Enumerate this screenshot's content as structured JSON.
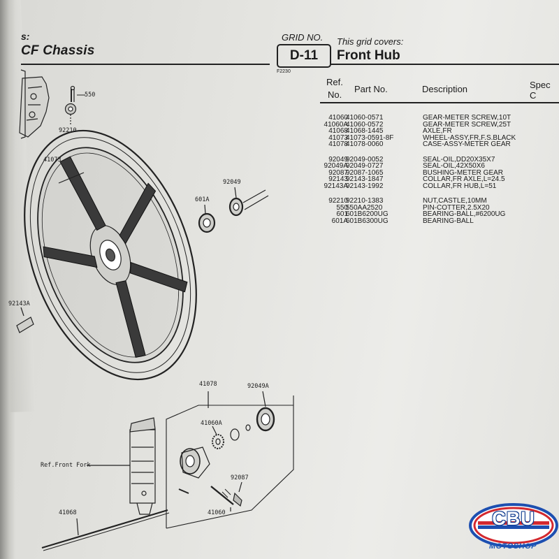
{
  "header": {
    "chassis_prefix": "s:",
    "chassis_title": "CF Chassis",
    "grid_label": "GRID NO.",
    "grid_number": "D-11",
    "covers_label": "This grid covers:",
    "section_title": "Front Hub",
    "figure_code": "F2230"
  },
  "table": {
    "headers": {
      "ref_line1": "Ref.",
      "ref_line2": "No.",
      "part": "Part No.",
      "desc": "Description",
      "spec": "Spec C"
    },
    "groups": [
      [
        {
          "ref": "41060",
          "part": "41060-0571",
          "desc": "GEAR-METER SCREW,10T"
        },
        {
          "ref": "41060A",
          "part": "41060-0572",
          "desc": "GEAR-METER SCREW,25T"
        },
        {
          "ref": "41068",
          "part": "41068-1445",
          "desc": "AXLE,FR"
        },
        {
          "ref": "41073",
          "part": "41073-0591-8F",
          "desc": "WHEEL-ASSY,FR,F.S.BLACK"
        },
        {
          "ref": "41078",
          "part": "41078-0060",
          "desc": "CASE-ASSY-METER GEAR"
        }
      ],
      [
        {
          "ref": "92049",
          "part": "92049-0052",
          "desc": "SEAL-OIL,DD20X35X7"
        },
        {
          "ref": "92049A",
          "part": "92049-0727",
          "desc": "SEAL-OIL,42X50X6"
        },
        {
          "ref": "92087",
          "part": "92087-1065",
          "desc": "BUSHING-METER GEAR"
        },
        {
          "ref": "92143",
          "part": "92143-1847",
          "desc": "COLLAR,FR AXLE,L=24.5"
        },
        {
          "ref": "92143A",
          "part": "92143-1992",
          "desc": "COLLAR,FR HUB,L=51"
        }
      ],
      [
        {
          "ref": "92210",
          "part": "92210-1383",
          "desc": "NUT,CASTLE,10MM"
        },
        {
          "ref": "550",
          "part": "550AA2520",
          "desc": "PIN-COTTER,2.5X20"
        },
        {
          "ref": "601",
          "part": "601B6200UG",
          "desc": "BEARING-BALL,#6200UG"
        },
        {
          "ref": "601A",
          "part": "601B6300UG",
          "desc": "BEARING-BALL"
        }
      ]
    ]
  },
  "callouts": {
    "c550": "550",
    "c92210": "92210",
    "c41073": "41073",
    "c601A": "601A",
    "c92049": "92049",
    "c92143A": "92143A",
    "c41078": "41078",
    "c92049A": "92049A",
    "c41060A": "41060A",
    "c_front_fork": "Ref.Front Fork",
    "c92087": "92087",
    "c41060": "41060",
    "c41068": "41068"
  },
  "watermark": {
    "brand": "CBU",
    "sub": "MOTOSHOP",
    "colors": {
      "ring": "#1d4fb0",
      "fill": "#ffffff",
      "stripe_red": "#d3292f",
      "stripe_blue": "#1d4fb0"
    }
  }
}
